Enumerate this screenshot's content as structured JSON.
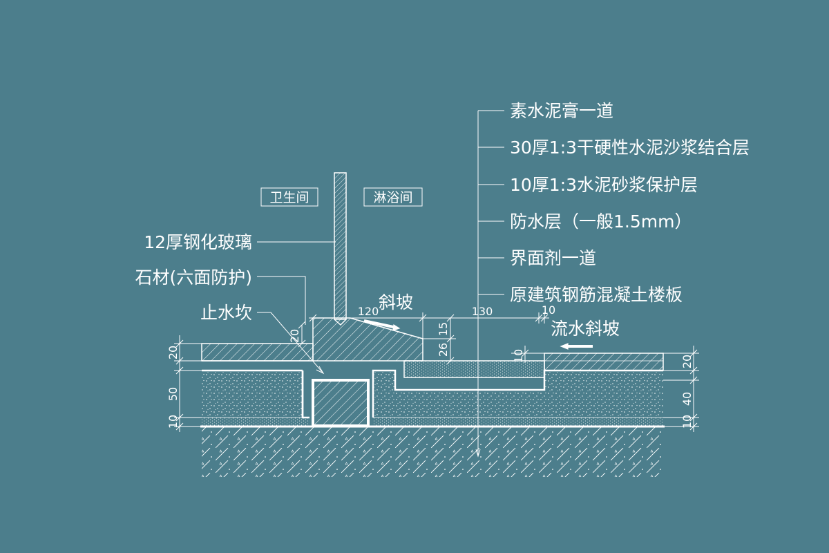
{
  "colors": {
    "background": "#4c7e8c",
    "lines": "#ffffff"
  },
  "rooms": {
    "left": "卫生间",
    "right": "淋浴间"
  },
  "left_labels": {
    "glass": "12厚钢化玻璃",
    "stone": "石材(六面防护)",
    "curb": "止水坎"
  },
  "layer_labels": [
    "素水泥膏一道",
    "30厚1:3干硬性水泥沙浆结合层",
    "10厚1:3水泥砂浆保护层",
    "防水层（一般1.5mm）",
    "界面剂一道",
    "原建筑钢筋混凝土楼板"
  ],
  "slope_labels": {
    "slope": "斜坡",
    "drain_slope": "流水斜坡"
  },
  "dimensions": {
    "d120": "120",
    "d130": "130",
    "d10_top": "10",
    "d20_curb": "20",
    "d15": "15",
    "d26": "26",
    "d10_step": "10",
    "left_20": "20",
    "left_50": "50",
    "left_10": "10",
    "right_20": "20",
    "right_40": "40",
    "right_10": "10"
  }
}
